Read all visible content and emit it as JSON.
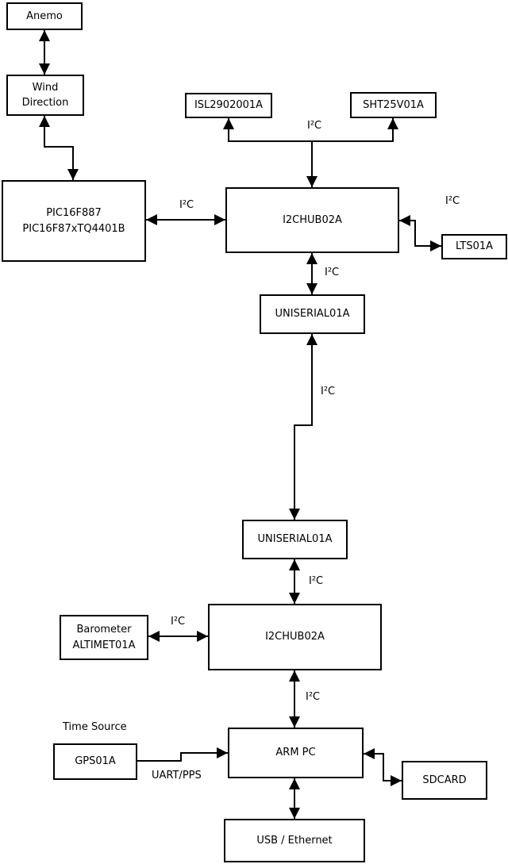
{
  "colors": {
    "background": "#ffffff",
    "line": "#000000",
    "box_fill": "#ffffff"
  },
  "nodes": {
    "anemo": {
      "label": "Anemo"
    },
    "wind_direction": {
      "line1": "Wind",
      "line2": "Direction"
    },
    "pic": {
      "line1": "PIC16F887",
      "line2": "PIC16F87xTQ4401B"
    },
    "isl": {
      "label": "ISL2902001A"
    },
    "sht": {
      "label": "SHT25V01A"
    },
    "i2c_hub_top": {
      "label": "I2CHUB02A"
    },
    "lts": {
      "label": "LTS01A"
    },
    "uniserial_top": {
      "label": "UNISERIAL01A"
    },
    "uniserial_bottom": {
      "label": "UNISERIAL01A"
    },
    "i2c_hub_bottom": {
      "label": "I2CHUB02A"
    },
    "barometer": {
      "line1": "Barometer",
      "line2": "ALTIMET01A"
    },
    "arm_pc": {
      "label": "ARM PC"
    },
    "gps": {
      "label": "GPS01A"
    },
    "sdcard": {
      "label": "SDCARD"
    },
    "usb_ethernet": {
      "label": "USB / Ethernet"
    }
  },
  "labels": {
    "i2c_top_branch": "I²C",
    "i2c_pic_hub": "I²C",
    "i2c_lts": "I²C",
    "i2c_hub_uniserial": "I²C",
    "i2c_uniserial_link": "I²C",
    "i2c_uniserial_hub2": "I²C",
    "i2c_barometer": "I²C",
    "i2c_hub2_armpc": "I²C",
    "time_source": "Time Source",
    "uart_pps": "UART/PPS"
  },
  "edges": [
    {
      "from": "Anemo",
      "to": "Wind Direction",
      "type": "bidirectional",
      "label": ""
    },
    {
      "from": "Wind Direction",
      "to": "PIC16F887 PIC16F87xTQ4401B",
      "type": "bidirectional",
      "label": ""
    },
    {
      "from": "PIC16F887 PIC16F87xTQ4401B",
      "to": "I2CHUB02A (top)",
      "type": "bidirectional",
      "label": "I²C"
    },
    {
      "from": "I2CHUB02A (top)",
      "to": "ISL2902001A",
      "type": "to",
      "label": "I²C"
    },
    {
      "from": "I2CHUB02A (top)",
      "to": "SHT25V01A",
      "type": "to",
      "label": "I²C"
    },
    {
      "from": "I2CHUB02A (top)",
      "to": "LTS01A",
      "type": "bidirectional",
      "label": "I²C"
    },
    {
      "from": "I2CHUB02A (top)",
      "to": "UNISERIAL01A (top)",
      "type": "bidirectional",
      "label": "I²C"
    },
    {
      "from": "UNISERIAL01A (top)",
      "to": "UNISERIAL01A (bottom)",
      "type": "bidirectional",
      "label": "I²C"
    },
    {
      "from": "UNISERIAL01A (bottom)",
      "to": "I2CHUB02A (bottom)",
      "type": "bidirectional",
      "label": "I²C"
    },
    {
      "from": "Barometer ALTIMET01A",
      "to": "I2CHUB02A (bottom)",
      "type": "bidirectional",
      "label": "I²C"
    },
    {
      "from": "I2CHUB02A (bottom)",
      "to": "ARM PC",
      "type": "bidirectional",
      "label": "I²C"
    },
    {
      "from": "GPS01A",
      "to": "ARM PC",
      "type": "to",
      "label": "UART/PPS"
    },
    {
      "from": "ARM PC",
      "to": "SDCARD",
      "type": "bidirectional",
      "label": ""
    },
    {
      "from": "ARM PC",
      "to": "USB / Ethernet",
      "type": "bidirectional",
      "label": ""
    }
  ]
}
